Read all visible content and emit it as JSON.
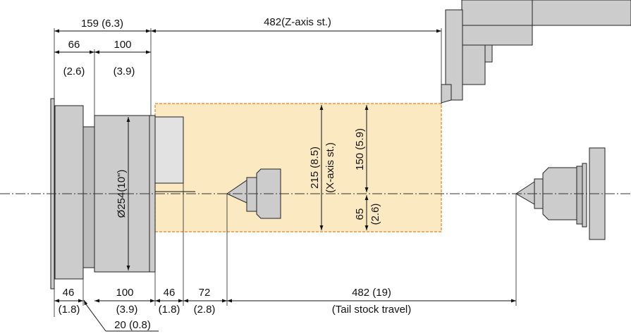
{
  "colors": {
    "working_area_fill": "#fbe9c2",
    "working_area_border": "#e0842a",
    "part_fill": "#cccccc",
    "line": "#111111"
  },
  "dimensions": {
    "top": {
      "overall": "159 (6.3)",
      "z_axis_stroke": "482(Z-axis st.)",
      "chuck_flange_mm": "66",
      "chuck_flange_in": "(2.6)",
      "chuck_body_mm": "100",
      "chuck_body_in": "(3.9)"
    },
    "vertical": {
      "chuck_diameter": "Ø254(10\")",
      "x_axis_stroke_value": "215 (8.5)",
      "x_axis_stroke_label": "(X-axis st.)",
      "upper_travel": "150 (5.9)",
      "lower_travel_mm": "65",
      "lower_travel_in": "(2.6)"
    },
    "bottom": {
      "flange_mm": "46",
      "flange_in": "(1.8)",
      "chuck_mm": "100",
      "chuck_in": "(3.9)",
      "jaw_mm": "46",
      "jaw_in": "(1.8)",
      "gap_mm": "72",
      "gap_in": "(2.8)",
      "tailstock_mm": "482 (19)",
      "tailstock_label": "(Tail stock travel)",
      "step": "20 (0.8)"
    }
  }
}
